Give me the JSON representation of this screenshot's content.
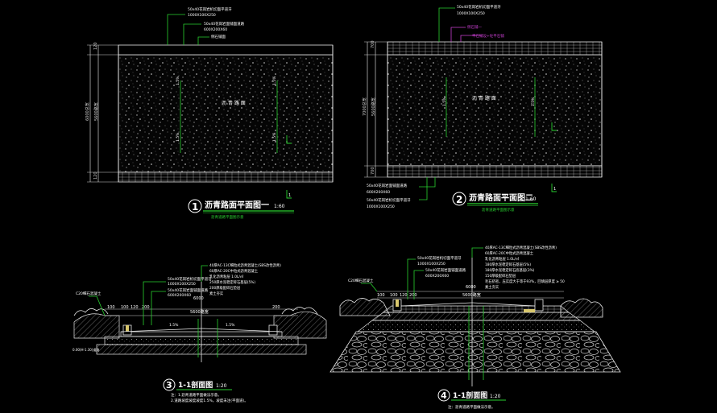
{
  "colors": {
    "background": "#000000",
    "leader": "#29d12f",
    "outline": "#e8e8e8",
    "dim": "#cfcfcf",
    "accent": "#c93fd1",
    "title": "#ffffff"
  },
  "plan1": {
    "number": "1",
    "title": "沥青路面平面图一",
    "scale": "1:60",
    "subtitle": "沥青道路平面图示意",
    "center_label": "沥 青 路 面",
    "slope_label": "1.5%",
    "section_mark": "1",
    "top_notes": [
      "50x40花岗岩机切面平道牙",
      "1000X100X250",
      "50x40花岗岩面铺面道路",
      "600X200X60",
      "侧石铺面"
    ],
    "dims_left": [
      "120",
      "6000总宽",
      "5600路宽",
      "120"
    ]
  },
  "plan2": {
    "number": "2",
    "title": "沥青路面平面图二",
    "scale": "1:60",
    "subtitle": "沥青道路平面图示意",
    "center_label": "沥 青 路 面",
    "slope_label": "1.5%",
    "section_mark": "1",
    "top_notes": [
      "50x40花岗岩机切面平道牙",
      "1000X100X250",
      "侧石铺一",
      "平石铺设+砼平石铺"
    ],
    "bottom_notes": [
      "50x40花岗岩面铺面道路",
      "600X200X60",
      "50x40花岗岩机切面平道牙",
      "1000X100X250"
    ],
    "dims_left": [
      "700",
      "7000总宽",
      "5600路宽",
      "700"
    ]
  },
  "section3": {
    "number": "3",
    "title": "1-1剖面图",
    "scale": "1:20",
    "notes": [
      "注：1.沥青道路平面做法示意。",
      "2.道路坡度坡度坡度1.5%，坡度未注(平面道)。"
    ],
    "label_tree": "C20细石混凝土",
    "label_level": "0.00(H-1.30)道路",
    "layer_notes": [
      "40厚AC-13C细粒式沥青混凝土(SBS改性沥青)",
      "60厚AC-20C中粒式沥青混凝土",
      "乳化沥青粘层 1.0L/㎡",
      "250厚水泥稳定碎石基层(5%)",
      "200厚级配碎石垫层",
      "素土夯实"
    ],
    "curb_notes": [
      "50x40花岗岩机切面平道牙",
      "1000X100X250",
      "50x40花岗岩面铺面道路",
      "600X200X60"
    ],
    "dims": [
      "100",
      "100",
      "120",
      "200",
      "200"
    ],
    "total_dim": "6000",
    "road_dim": "5600路宽",
    "slope_left": "1.5%",
    "slope_right": "1.5%"
  },
  "section4": {
    "number": "4",
    "title": "1-1剖面图",
    "scale": "1:20",
    "notes": [
      "注：沥青道路平面做法示意。"
    ],
    "label_tree": "C20细石混凝土",
    "layer_notes": [
      "40厚AC-13C细粒式沥青混凝土(SBS改性沥青)",
      "60厚AC-20C中粒式沥青混凝土",
      "乳化沥青粘层 1.0L/㎡",
      "180厚水泥稳定碎石基层(5%)",
      "180厚水泥稳定碎石底基层(3%)",
      "150厚级配碎石垫层",
      "毛石挤密，压实度大于等于93%，回填层厚度 ≥ 50",
      "素土夯实"
    ],
    "curb_notes": [
      "50x40花岗岩机切面平道牙",
      "1000X100X250",
      "50x40花岗岩面铺面道路",
      "600X200X60"
    ],
    "dims": [
      "100",
      "100",
      "120",
      "200"
    ],
    "total_dim": "6000",
    "road_dim": "5600路宽"
  }
}
